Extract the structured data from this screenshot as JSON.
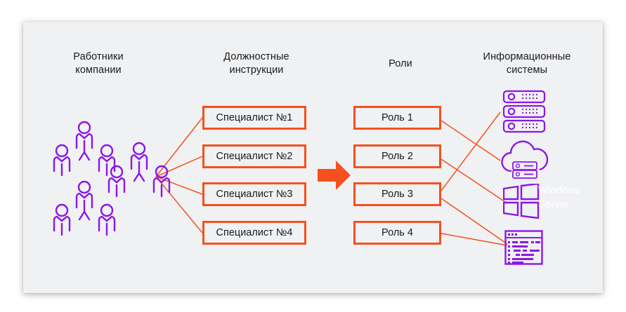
{
  "diagram": {
    "background_color": "#f0f1f3",
    "accent_orange": "#f4511e",
    "accent_purple": "#8b17e8",
    "columns": [
      {
        "id": "employees",
        "title": "Работники\nкомпании"
      },
      {
        "id": "job_descriptions",
        "title": "Должностные\nинструкции"
      },
      {
        "id": "roles",
        "title": "Роли"
      },
      {
        "id": "information_systems",
        "title": "Информационные\nсистемы"
      }
    ],
    "job_boxes": [
      {
        "label": "Специалист №1"
      },
      {
        "label": "Специалист №2"
      },
      {
        "label": "Специалист №3"
      },
      {
        "label": "Специалист №4"
      }
    ],
    "role_boxes": [
      {
        "label": "Роль 1"
      },
      {
        "label": "Роль 2"
      },
      {
        "label": "Роль 3"
      },
      {
        "label": "Роль 4"
      }
    ],
    "employee_groups": [
      {
        "name": "employee-group-top-left",
        "people": 3
      },
      {
        "name": "employee-group-bottom-left",
        "people": 3
      },
      {
        "name": "employee-group-right",
        "people": 3
      }
    ],
    "systems": [
      {
        "id": "server-stack",
        "icon": "server-stack-icon",
        "label": ""
      },
      {
        "id": "cloud",
        "icon": "cloud-server-icon",
        "label": ""
      },
      {
        "id": "windows-server",
        "icon": "windows-logo-icon",
        "label": "Windows\nServer"
      },
      {
        "id": "code-window",
        "icon": "code-window-icon",
        "label": ""
      }
    ],
    "arrow": {
      "name": "flow-arrow",
      "direction": "right",
      "color": "#f4511e"
    }
  }
}
